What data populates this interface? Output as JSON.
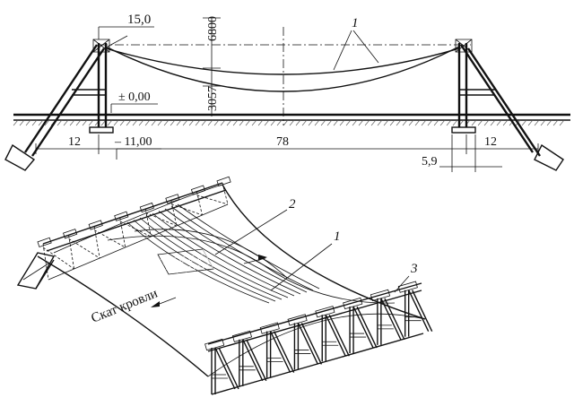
{
  "elevation": {
    "span_left": "12",
    "span_main": "78",
    "span_right": "12",
    "top_height": "15,0",
    "zero_level": "± 0,00",
    "bottom_level": "– 11,00",
    "sag_upper": "6800",
    "sag_lower": "3057",
    "support_offset": "5,9",
    "callout_cable": "1"
  },
  "perspective": {
    "callout_cable": "1",
    "callout_mesh": "2",
    "callout_frame": "3",
    "roof_slope_label": "Скат кровли"
  },
  "colors": {
    "ink": "#111111",
    "paper": "#ffffff"
  }
}
